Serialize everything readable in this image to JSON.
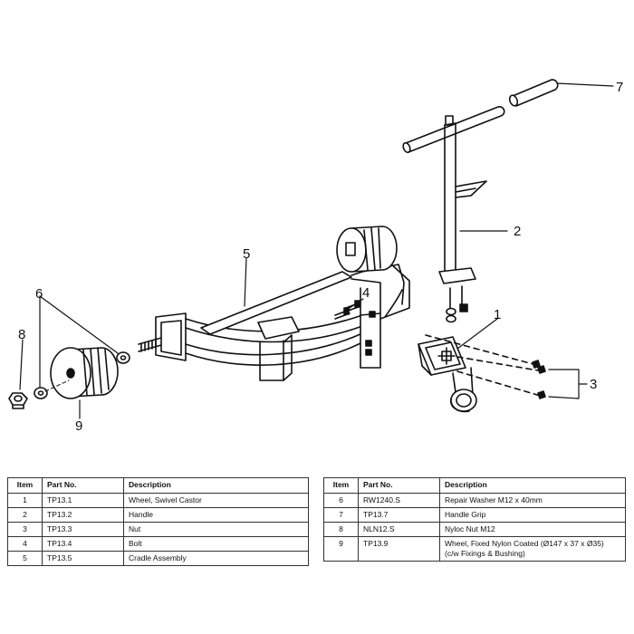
{
  "diagram": {
    "callouts": [
      "1",
      "2",
      "3",
      "4",
      "5",
      "6",
      "7",
      "8",
      "9"
    ]
  },
  "table_left": {
    "headers": [
      "Item",
      "Part No.",
      "Description"
    ],
    "rows": [
      {
        "item": "1",
        "part": "TP13.1",
        "desc": "Wheel, Swivel Castor"
      },
      {
        "item": "2",
        "part": "TP13.2",
        "desc": "Handle"
      },
      {
        "item": "3",
        "part": "TP13.3",
        "desc": "Nut"
      },
      {
        "item": "4",
        "part": "TP13.4",
        "desc": "Bolt"
      },
      {
        "item": "5",
        "part": "TP13.5",
        "desc": "Cradle Assembly"
      }
    ]
  },
  "table_right": {
    "headers": [
      "Item",
      "Part No.",
      "Description"
    ],
    "rows": [
      {
        "item": "6",
        "part": "RW1240.S",
        "desc": "Repair Washer M12 x 40mm"
      },
      {
        "item": "7",
        "part": "TP13.7",
        "desc": "Handle Grip"
      },
      {
        "item": "8",
        "part": "NLN12.S",
        "desc": "Nyloc Nut M12"
      },
      {
        "item": "9",
        "part": "TP13.9",
        "desc": "Wheel, Fixed Nylon Coated (Ø147 x 37 x Ø35)",
        "desc2": "(c/w Fixings & Bushing)"
      }
    ]
  }
}
